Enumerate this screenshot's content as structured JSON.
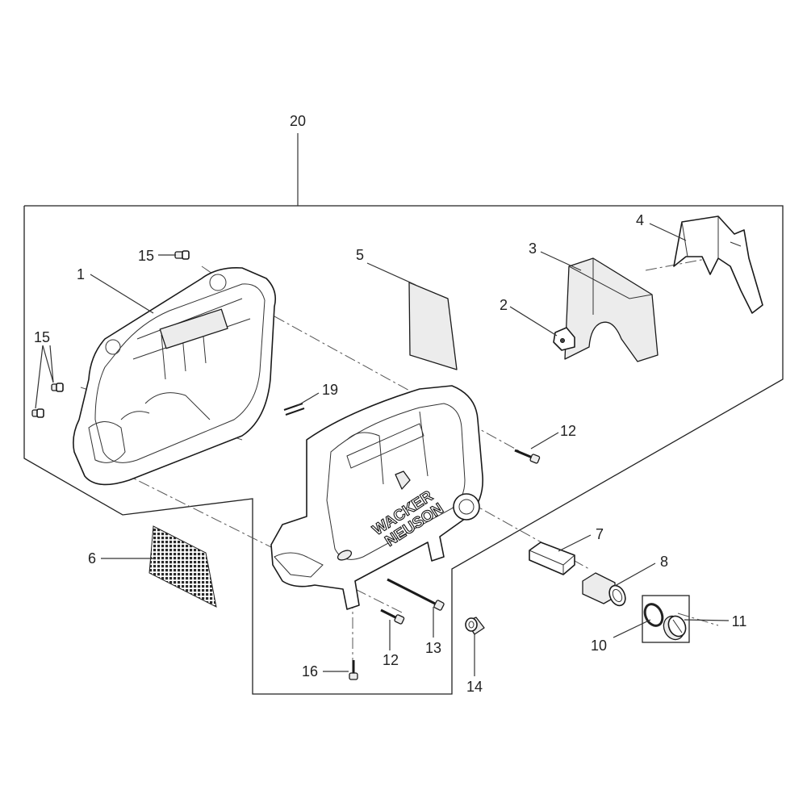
{
  "diagram": {
    "callouts": {
      "c1": "1",
      "c2": "2",
      "c3": "3",
      "c4": "4",
      "c5": "5",
      "c6": "6",
      "c7": "7",
      "c8": "8",
      "c10": "10",
      "c11": "11",
      "c12a": "12",
      "c12b": "12",
      "c13": "13",
      "c14": "14",
      "c15a": "15",
      "c15b": "15",
      "c16": "16",
      "c19": "19",
      "c20": "20"
    },
    "logo_text": {
      "line1": "WACKER",
      "line2": "NEUSON"
    }
  }
}
